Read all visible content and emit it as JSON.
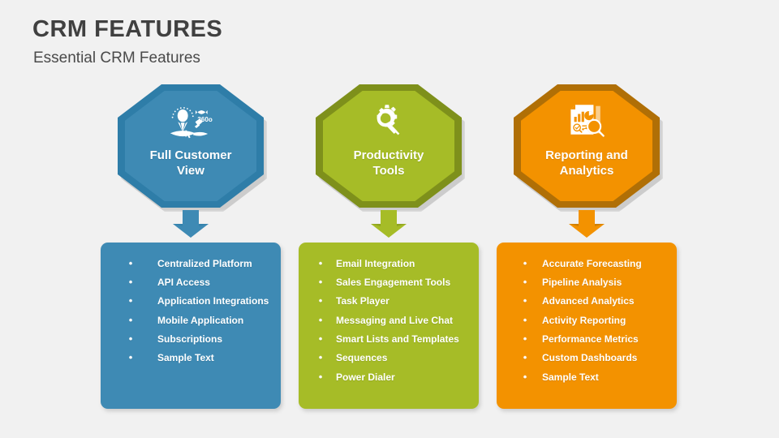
{
  "header": {
    "title": "CRM FEATURES",
    "subtitle": "Essential CRM Features"
  },
  "colors": {
    "background": "#f1f1f1",
    "title_color": "#404040",
    "blue_fill": "#3E8AB4",
    "blue_dark": "#2E7DA8",
    "green_fill": "#A6BC27",
    "green_dark": "#7E901B",
    "orange_fill": "#F39200",
    "orange_dark": "#B06F06"
  },
  "columns": [
    {
      "id": "full-customer-view",
      "label": "Full Customer\nView",
      "label_line1": "Full Customer",
      "label_line2": "View",
      "icon": "customer-360-view-icon",
      "icon_badge": "360o",
      "fill": "#3E8AB4",
      "dark": "#2E7DA8",
      "arrow": "down-arrow-blue",
      "items": [
        "Centralized Platform",
        "API Access",
        "Application Integrations",
        "Mobile Application",
        "Subscriptions",
        "Sample Text"
      ]
    },
    {
      "id": "productivity-tools",
      "label": "Productivity\nTools",
      "label_line1": "Productivity",
      "label_line2": "Tools",
      "icon": "gear-magnifier-icon",
      "icon_badge": "",
      "fill": "#A6BC27",
      "dark": "#7E901B",
      "arrow": "down-arrow-green",
      "items": [
        "Email Integration",
        "Sales Engagement Tools",
        "Task Player",
        "Messaging and Live Chat",
        "Smart Lists and Templates",
        "Sequences",
        "Power Dialer"
      ]
    },
    {
      "id": "reporting-and-analytics",
      "label": "Reporting and\nAnalytics",
      "label_line1": "Reporting and",
      "label_line2": "Analytics",
      "icon": "report-analytics-icon",
      "icon_badge": "",
      "fill": "#F39200",
      "dark": "#B06F06",
      "arrow": "down-arrow-orange",
      "items": [
        "Accurate Forecasting",
        "Pipeline Analysis",
        "Advanced Analytics",
        "Activity Reporting",
        "Performance Metrics",
        "Custom Dashboards",
        "Sample Text"
      ]
    }
  ],
  "bullet_glyph": "•"
}
